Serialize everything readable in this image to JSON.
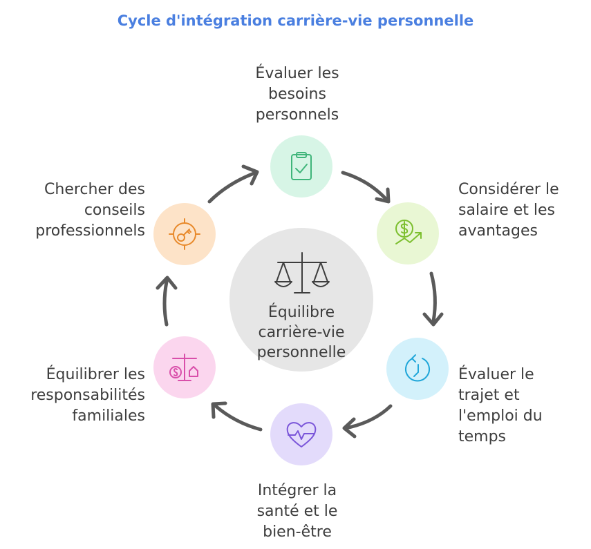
{
  "title": "Cycle d'intégration carrière-vie personnelle",
  "colors": {
    "title": "#4a7fe0",
    "arrow": "#5a5a5a",
    "hub": "#e6e6e6",
    "hub_icon": "#3d3d3d"
  },
  "center": {
    "label_lines": [
      "Équilibre",
      "carrière-vie",
      "personnelle"
    ],
    "icon": "scales-icon"
  },
  "steps": [
    {
      "label_lines": [
        "Évaluer les",
        "besoins",
        "personnels"
      ],
      "icon": "clipboard-check-icon",
      "bg": "#d7f5e6",
      "fg": "#3fb57a"
    },
    {
      "label_lines": [
        "Considérer le",
        "salaire et les",
        "avantages"
      ],
      "icon": "dollar-growth-icon",
      "bg": "#e9f7d4",
      "fg": "#7cbf2e"
    },
    {
      "label_lines": [
        "Évaluer le",
        "trajet et",
        "l'emploi du",
        "temps"
      ],
      "icon": "clock-cycle-icon",
      "bg": "#d3f1fb",
      "fg": "#22a7d9"
    },
    {
      "label_lines": [
        "Intégrer la",
        "santé et le",
        "bien-être"
      ],
      "icon": "heart-pulse-icon",
      "bg": "#e3dbfb",
      "fg": "#7a55d9"
    },
    {
      "label_lines": [
        "Équilibrer les",
        "responsabilités",
        "familiales"
      ],
      "icon": "balance-money-home-icon",
      "bg": "#fbd6ee",
      "fg": "#d94faa"
    },
    {
      "label_lines": [
        "Chercher des",
        "conseils",
        "professionnels"
      ],
      "icon": "target-key-icon",
      "bg": "#fde3c8",
      "fg": "#e8892a"
    }
  ]
}
